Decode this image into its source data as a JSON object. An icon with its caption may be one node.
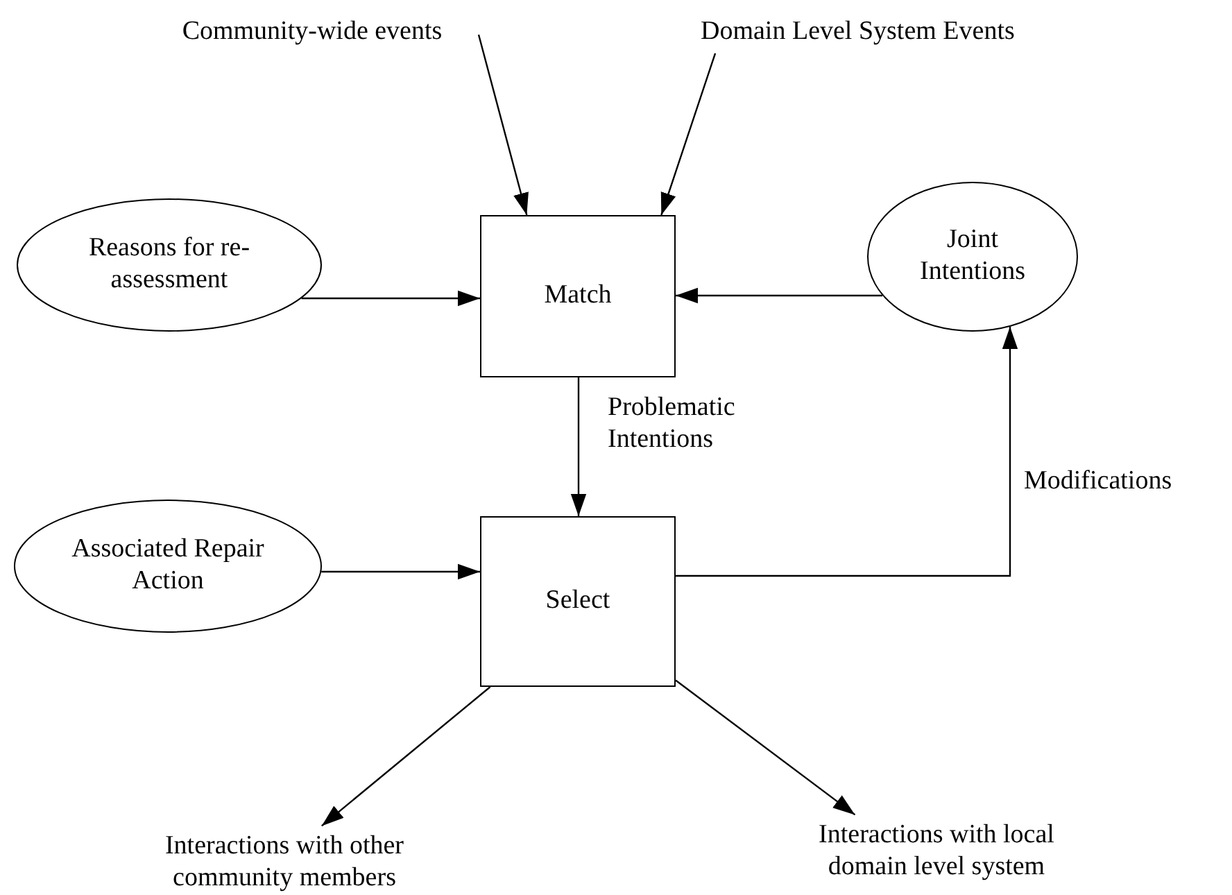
{
  "diagram": {
    "nodes": [
      {
        "text": [
          "Community-wide events"
        ]
      },
      {
        "text": [
          "Domain Level System Events"
        ]
      },
      {
        "text": [
          "Reasons for re-assessment"
        ]
      },
      {
        "text": [
          "Match"
        ]
      },
      {
        "text": [
          "Joint Intentions"
        ]
      },
      {
        "text": [
          "Associated Repair Action"
        ]
      },
      {
        "text": [
          "Select"
        ]
      },
      {
        "text": [
          "Interactions with other community members"
        ]
      },
      {
        "text": [
          "Interactions with local domain level system"
        ]
      }
    ],
    "edges": [
      {
        "from": 0,
        "to": 3,
        "arrow": "to"
      },
      {
        "from": 1,
        "to": 3,
        "arrow": "to"
      },
      {
        "from": 2,
        "to": 3,
        "arrow": "to"
      },
      {
        "from": 4,
        "to": 3,
        "arrow": "to"
      },
      {
        "from": 3,
        "to": 6,
        "arrow": "to",
        "label": "Problematic Intentions"
      },
      {
        "from": 5,
        "to": 6,
        "arrow": "to"
      },
      {
        "from": 6,
        "to": 4,
        "arrow": "to",
        "label": "Modifications"
      },
      {
        "from": 6,
        "to": 7,
        "arrow": "to"
      },
      {
        "from": 6,
        "to": 8,
        "arrow": "to"
      }
    ]
  }
}
